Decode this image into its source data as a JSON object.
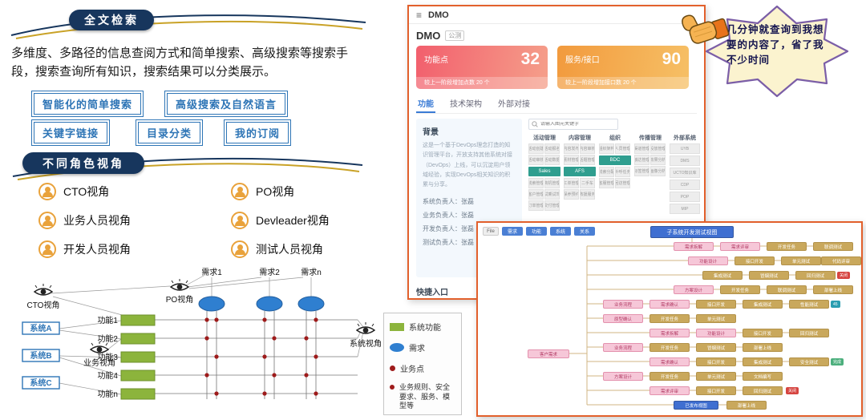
{
  "colors": {
    "navy": "#17365d",
    "blue": "#2e75b6",
    "gold": "#c9a227",
    "panel_border_orange": "#e2602c",
    "card_red": "#f25f6d",
    "card_orange": "#f29a3d",
    "teal_group": "#2f9e8f",
    "green_function": "#8cb43c",
    "demand_blue": "#2f7fd0",
    "dot_red": "#9e1b1b",
    "tab_active_blue": "#3a7bd5"
  },
  "left": {
    "fulltext": {
      "title": "全文检索",
      "paragraph": "多维度、多路径的信息查阅方式和简单搜索、高级搜索等搜索手段，搜索查询所有知识，搜索结果可以分类展示。",
      "chips": [
        "智能化的简单搜索",
        "高级搜索及自然语言",
        "关键字链接",
        "目录分类",
        "我的订阅"
      ]
    },
    "roles_section": {
      "title": "不同角色视角",
      "roles": [
        "CTO视角",
        "PO视角",
        "业务人员视角",
        "Devleader视角",
        "开发人员视角",
        "测试人员视角"
      ]
    },
    "matrix": {
      "demands": [
        "需求1",
        "需求2",
        "需求n"
      ],
      "functions": [
        "功能1",
        "功能2",
        "功能3",
        "功能4",
        "功能n"
      ],
      "systems": [
        "系统A",
        "系统B",
        "系统C"
      ],
      "views": {
        "cto": "CTO视角",
        "po": "PO视角",
        "biz": "业务视角",
        "sys": "系统视角"
      },
      "legend": [
        "系统功能",
        "需求",
        "业务点",
        "业务规则、安全要求、服务、模型等"
      ]
    }
  },
  "dmo": {
    "navbar_title": "DMO",
    "page_title": "DMO",
    "badge": "公测",
    "cards": [
      {
        "label": "功能点",
        "value": "32",
        "sub": "较上一阶段增加点数 20 个"
      },
      {
        "label": "服务/接口",
        "value": "90",
        "sub": "较上一阶段增加接口数 20 个"
      }
    ],
    "tabs": [
      "功能",
      "技术架构",
      "外部对接"
    ],
    "background": {
      "title": "背景",
      "text": "这是一个基于DevOps理念打造的知识管理平台，开放支持其他系统对接（DevOps）上线，可以沉淀用户领域经验，实现DevOps相关知识的积累与分享。"
    },
    "owners": [
      "系统负责人：张磊",
      "业务负责人：张磊",
      "开发负责人：张磊",
      "测试负责人：张磊"
    ],
    "quick_entry": "快捷入口",
    "arch": {
      "search_placeholder": "请输入图元关键字",
      "columns": [
        {
          "title": "活动管理",
          "top": [
            "活动创建",
            "活动报名",
            "活动审核",
            "活动数据"
          ],
          "group": "Sales",
          "items": [
            "线索管理",
            "商机管理",
            "客户管理",
            "试乘试驾",
            "订单管理",
            "交付管理"
          ]
        },
        {
          "title": "内容管理",
          "top": [
            "内容发布",
            "内容审核",
            "素材管理",
            "话题管理"
          ],
          "group": "AFS",
          "items": [
            "工单管理",
            "二手车",
            "保养预约",
            "救援服务"
          ]
        },
        {
          "title": "组织",
          "top": [
            "组织架构",
            "人员管理"
          ],
          "group": "BDC",
          "items": [
            "线索分配",
            "外呼任务",
            "客服管理",
            "回访管理"
          ]
        },
        {
          "title": "传播管理",
          "top": [
            "渠道管理",
            "投放管理",
            "触达管理",
            "效果分析",
            "标签管理",
            "画像分析"
          ]
        }
      ],
      "external": {
        "title": "外部系统",
        "items": [
          "UYB",
          "DMS",
          "UCTO知识库",
          "CDP",
          "POP",
          "MIP"
        ]
      }
    }
  },
  "testimonial": {
    "text": "几分钟就查询到我想要的内容了，省了我不少时间"
  },
  "tracemap": {
    "toolbar": [
      "File",
      "需求",
      "功能",
      "系统",
      "关系"
    ],
    "focus_node": "子系统开发测试视图",
    "tags": [
      "关闭",
      "45",
      "完成",
      "关闭"
    ],
    "nodes": [
      {
        "label": "客户需求",
        "type": "pink"
      },
      {
        "label": "需求拆解",
        "type": "pink"
      },
      {
        "label": "需求评审",
        "type": "pink"
      },
      {
        "label": "开发任务",
        "type": "gold"
      },
      {
        "label": "联调测试",
        "type": "gold"
      },
      {
        "label": "功能设计",
        "type": "pink"
      },
      {
        "label": "接口开发",
        "type": "gold"
      },
      {
        "label": "单元测试",
        "type": "gold"
      },
      {
        "label": "代码评审",
        "type": "gold"
      },
      {
        "label": "集成测试",
        "type": "gold"
      },
      {
        "label": "冒烟测试",
        "type": "gold"
      },
      {
        "label": "回归测试",
        "type": "gold"
      },
      {
        "label": "方案设计",
        "type": "pink"
      },
      {
        "label": "开发任务",
        "type": "gold"
      },
      {
        "label": "联调测试",
        "type": "gold"
      },
      {
        "label": "部署上线",
        "type": "gold"
      },
      {
        "label": "业务流程",
        "type": "pink"
      },
      {
        "label": "需求确认",
        "type": "pink"
      },
      {
        "label": "接口开发",
        "type": "gold"
      },
      {
        "label": "集成测试",
        "type": "gold"
      },
      {
        "label": "性能测试",
        "type": "gold"
      },
      {
        "label": "原型确认",
        "type": "pink"
      },
      {
        "label": "开发任务",
        "type": "gold"
      },
      {
        "label": "单元测试",
        "type": "gold"
      },
      {
        "label": "需求拆解",
        "type": "pink"
      },
      {
        "label": "功能设计",
        "type": "pink"
      },
      {
        "label": "接口开发",
        "type": "gold"
      },
      {
        "label": "回归测试",
        "type": "gold"
      },
      {
        "label": "业务流程",
        "type": "pink"
      },
      {
        "label": "开发任务",
        "type": "gold"
      },
      {
        "label": "冒烟测试",
        "type": "gold"
      },
      {
        "label": "部署上线",
        "type": "gold"
      },
      {
        "label": "需求确认",
        "type": "pink"
      },
      {
        "label": "接口开发",
        "type": "gold"
      },
      {
        "label": "集成测试",
        "type": "gold"
      },
      {
        "label": "安全测试",
        "type": "gold"
      },
      {
        "label": "方案设计",
        "type": "pink"
      },
      {
        "label": "开发任务",
        "type": "gold"
      },
      {
        "label": "单元测试",
        "type": "gold"
      },
      {
        "label": "文档编写",
        "type": "gold"
      },
      {
        "label": "需求评审",
        "type": "pink"
      },
      {
        "label": "接口开发",
        "type": "gold"
      },
      {
        "label": "回归测试",
        "type": "gold"
      },
      {
        "label": "已发布视图",
        "type": "blue"
      },
      {
        "label": "部署上线",
        "type": "gold"
      }
    ]
  }
}
